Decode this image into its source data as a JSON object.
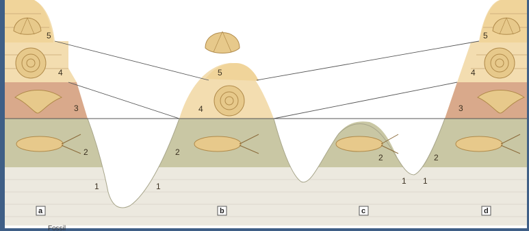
{
  "panels": [
    {
      "id": "a",
      "label": "a"
    },
    {
      "id": "b",
      "label": "b"
    },
    {
      "id": "c",
      "label": "c"
    },
    {
      "id": "d",
      "label": "d"
    }
  ],
  "layer_numbers": {
    "a": [
      "5",
      "4",
      "3",
      "2",
      "1"
    ],
    "b": [
      "5",
      "4",
      "2",
      "1"
    ],
    "c": [
      "2",
      "1"
    ],
    "d": [
      "5",
      "4",
      "3",
      "2",
      "1"
    ]
  },
  "colors": {
    "layer5": "#f0d49a",
    "layer4": "#f3ddb0",
    "layer3": "#d9a98b",
    "layer2": "#c9c7a4",
    "base": "#ece9df",
    "sky": "#ffffff",
    "frame": "#3f5f86"
  },
  "caption": "Fossil"
}
